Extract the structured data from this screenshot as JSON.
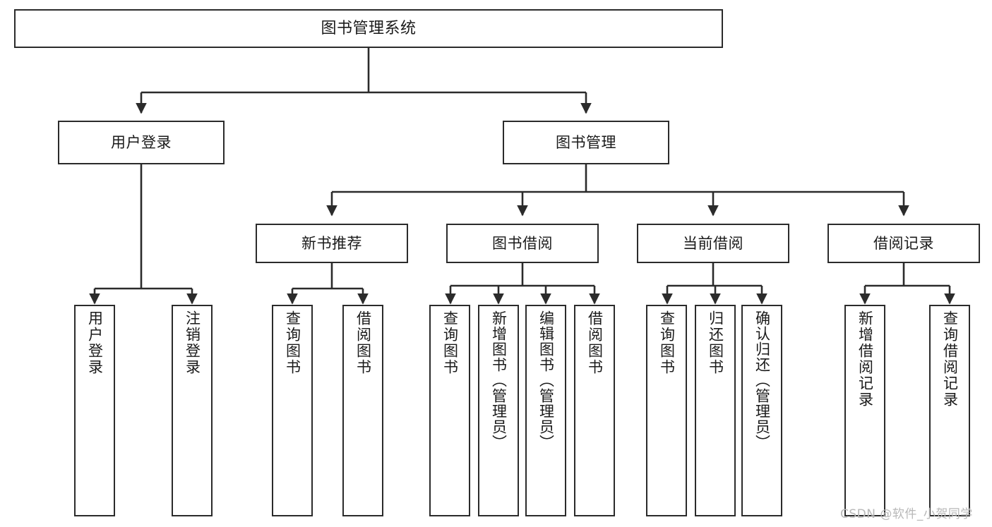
{
  "diagram": {
    "title": "图书管理系统",
    "type": "tree-hierarchy",
    "stroke_color": "#2b2b2b",
    "fill_color": "#ffffff",
    "text_color": "#1a1a1a"
  },
  "nodes": {
    "root": {
      "label": "图书管理系统"
    },
    "level2": [
      {
        "id": "user-login",
        "label": "用户登录"
      },
      {
        "id": "book-manage",
        "label": "图书管理"
      }
    ],
    "level3": [
      {
        "id": "new-book-rec",
        "label": "新书推荐"
      },
      {
        "id": "book-borrow",
        "label": "图书借阅"
      },
      {
        "id": "current-borrow",
        "label": "当前借阅"
      },
      {
        "id": "borrow-record",
        "label": "借阅记录"
      }
    ],
    "leaves": {
      "user_login": [
        {
          "id": "leaf-user-login",
          "label": "用户登录"
        },
        {
          "id": "leaf-logout",
          "label": "注销登录"
        }
      ],
      "new_book_rec": [
        {
          "id": "leaf-query-book-1",
          "label": "查询图书"
        },
        {
          "id": "leaf-borrow-book-1",
          "label": "借阅图书"
        }
      ],
      "book_borrow": [
        {
          "id": "leaf-query-book-2",
          "label": "查询图书"
        },
        {
          "id": "leaf-add-book",
          "label": "新增图书（管理员）"
        },
        {
          "id": "leaf-edit-book",
          "label": "编辑图书（管理员）"
        },
        {
          "id": "leaf-borrow-book-2",
          "label": "借阅图书"
        }
      ],
      "current_borrow": [
        {
          "id": "leaf-query-book-3",
          "label": "查询图书"
        },
        {
          "id": "leaf-return-book",
          "label": "归还图书"
        },
        {
          "id": "leaf-confirm-return",
          "label": "确认归还（管理员）"
        }
      ],
      "borrow_record": [
        {
          "id": "leaf-add-record",
          "label": "新增借阅记录"
        },
        {
          "id": "leaf-query-record",
          "label": "查询借阅记录"
        }
      ]
    }
  },
  "watermark": {
    "text": "CSDN @软件_小贺同学"
  }
}
